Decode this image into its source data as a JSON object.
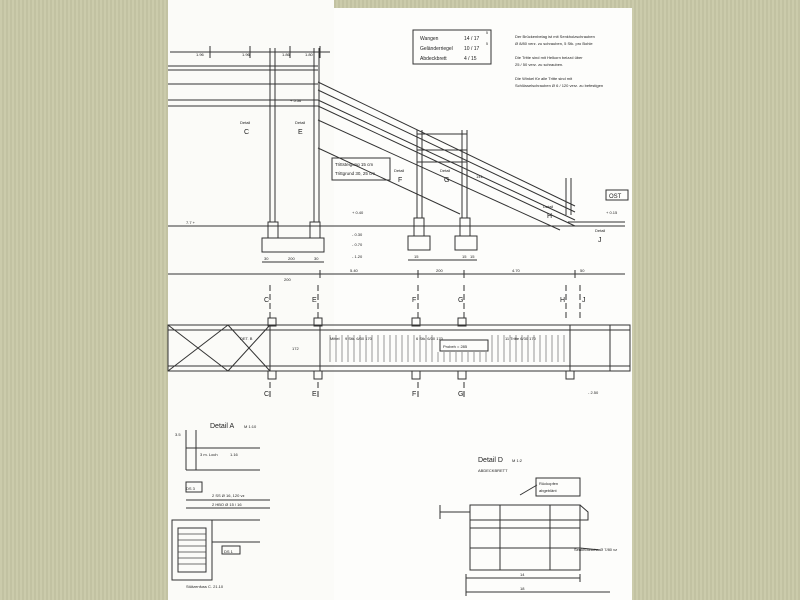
{
  "legend_box": {
    "rows": [
      {
        "label": "Wangen",
        "value": "14 / 17"
      },
      {
        "label": "Geländerriegel",
        "value": "10 / 17"
      },
      {
        "label": "Abdeckbrett",
        "value": "4 / 15"
      }
    ],
    "sup": "5"
  },
  "notes": {
    "line1a": "Der Brückenbelag ist mit Senkholzschrauben",
    "line1b": "Ø 8/80 verz. zu schrauben, 5 Stk. pro Bohle",
    "line2a": "Die Tritte sind mit Helkorn beizzd über",
    "line2b": "25 / 50 verz. zu schrauben.",
    "line3a": "Die Winkel für alle Tritte sind mit",
    "line3b": "Schlüsselschrauben Ø 6 / 120 verz. zu befestigen"
  },
  "stair_box": {
    "line1": "Trittsteigung 15 cm",
    "line2": "Trittgrund 30, 25 cm"
  },
  "elevation": {
    "top_dims": [
      "1.96",
      "1.96",
      "1.86",
      "1.80"
    ],
    "dim_556": "+ 5.56",
    "detail_c": "Detail",
    "c": "C",
    "detail_e": "Detail",
    "e": "E",
    "detail_f": "Detail",
    "f": "F",
    "detail_g": "Detail",
    "g": "G",
    "detail_h": "Detail",
    "h": "H",
    "detail_j": "Detail",
    "j": "J",
    "ost": "OST",
    "level_015": "+ 0.15",
    "level_040": "+ 0.40",
    "level_m030": "- 0.30",
    "level_m070": "- 0.70",
    "level_m120": "- 1.20",
    "level_left": "7.7 +",
    "h141": "141",
    "foot_dims": [
      "30",
      "200",
      "30",
      "15",
      "15",
      "15"
    ],
    "span_dims": [
      "5.40",
      "200",
      "200",
      "4.70",
      "50"
    ],
    "section_marks": [
      "C",
      "E",
      "F",
      "G",
      "H",
      "J"
    ]
  },
  "plan": {
    "det_b": "DET. B",
    "mittel": "Mittel",
    "label_1": "9 Stk. 6/30 170",
    "label_2": "6 Stk. 6/30 170",
    "label_3": "11 Tritte 6/30 170",
    "probeh": "Probeh = 285",
    "dim_250": "- 2.50",
    "dim_172": "172",
    "section_marks": [
      "C",
      "E",
      "F",
      "G"
    ]
  },
  "detail_a": {
    "title": "Detail A",
    "scale": "M 1:10",
    "dim": "3.5",
    "hole": "3 m. Loch",
    "hole_val": "1.16",
    "label_d3": "DS 3",
    "line1": "2 SS Ø 16, 120 vz",
    "line2": "2 HBO Ø 15 / 16",
    "label_ds1": "DS 1",
    "stuetzenfuss": "Stützenfuss C. 21.10"
  },
  "detail_d": {
    "title": "Detail D",
    "scale": "M 1:2",
    "subtitle": "ABDECKBRETT",
    "callout1": "Rückopfen",
    "callout2": "abgeblänt",
    "screw": "Senkholzschr. Ø 7/80 vz",
    "dim_14": "14",
    "dim_18": "18"
  }
}
